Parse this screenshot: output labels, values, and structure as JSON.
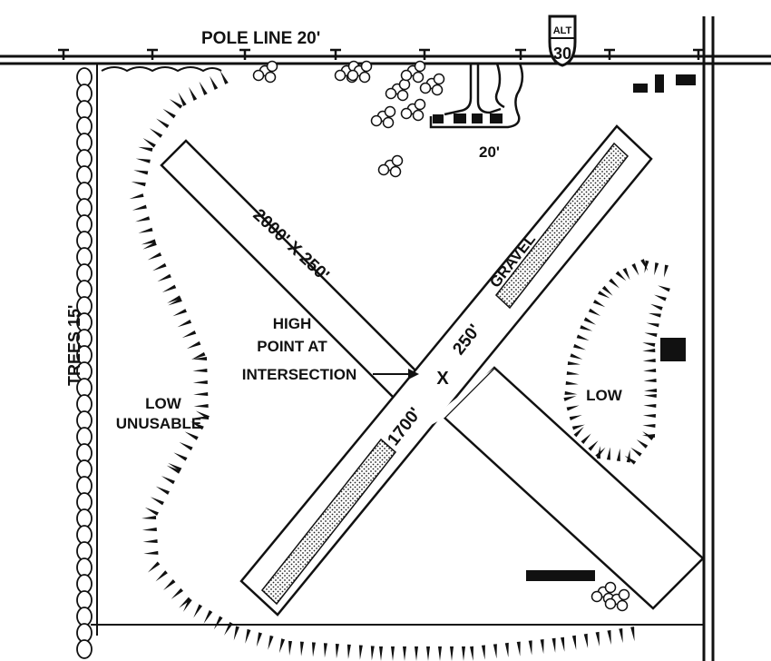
{
  "labels": {
    "pole_line": "POLE LINE 20'",
    "route_top": "ALT",
    "route_num": "30",
    "road_width": "20'",
    "runway_nw": "2000' X 250'",
    "gravel": "GRAVEL",
    "runway_ne_width": "250'",
    "high_point": [
      "HIGH",
      "POINT AT",
      "INTERSECTION"
    ],
    "intersection_mark": "X",
    "runway_ne_length": "1700'",
    "low_right": "LOW",
    "low_left": [
      "LOW",
      "UNUSABLE"
    ],
    "trees": "TREES 15'"
  },
  "colors": {
    "ink": "#111111",
    "paper": "#ffffff",
    "gravel_fill": "#d6d6d6"
  }
}
